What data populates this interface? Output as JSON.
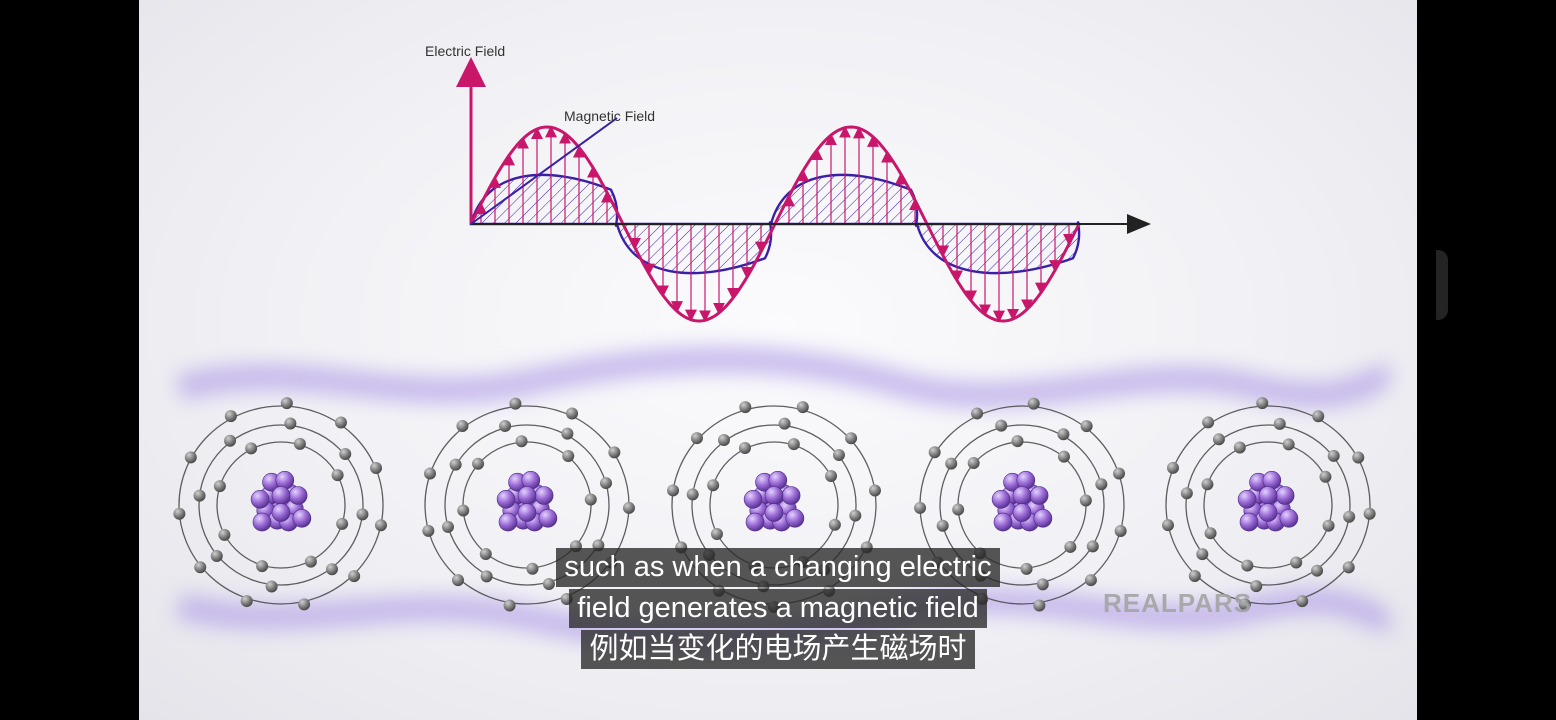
{
  "diagram": {
    "electric_field_label": "Electric Field",
    "magnetic_field_label": "Magnetic Field",
    "colors": {
      "electric": "#c8176b",
      "magnetic": "#3a20a8",
      "axis": "#222222",
      "nucleus": "#9b6bd6",
      "electron": "#8a8a8a",
      "glow": "#b8a6e8"
    }
  },
  "atoms": [
    {
      "id": "atom-1"
    },
    {
      "id": "atom-2"
    },
    {
      "id": "atom-3"
    },
    {
      "id": "atom-4"
    },
    {
      "id": "atom-5"
    }
  ],
  "watermark": {
    "text": "REALPARS"
  },
  "subtitles": {
    "line1": "such as when a changing electric",
    "line2": "field generates a magnetic field",
    "line3": "例如当变化的电场产生磁场时"
  }
}
